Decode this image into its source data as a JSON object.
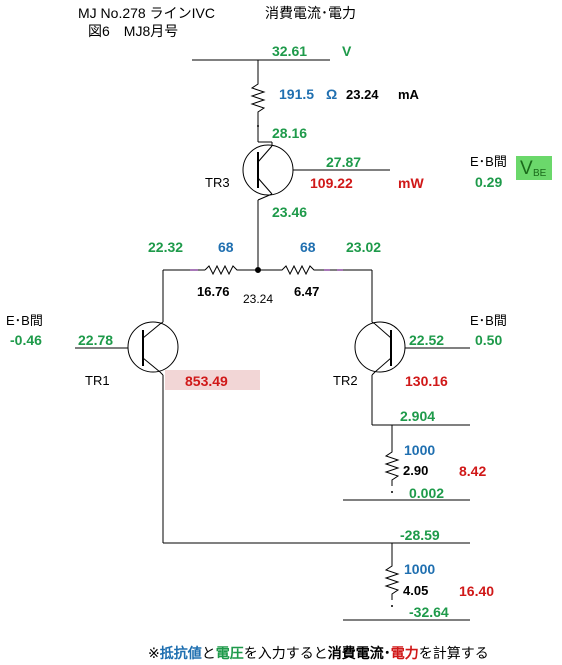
{
  "header": {
    "line1": "MJ  No.278 ラインIVC",
    "line1_right": "消費電流･電力",
    "line2": "図6　MJ8月号"
  },
  "supply": {
    "voltage": "32.61",
    "unit_v": "V"
  },
  "r_top": {
    "ohm": "191.5",
    "unit_ohm": "Ω",
    "current": "23.24",
    "unit_ma": "mA"
  },
  "tr3": {
    "label": "TR3",
    "collector_v": "28.16",
    "base_v": "27.87",
    "emitter_v": "23.46",
    "power": "109.22",
    "unit_mw": "mW",
    "eb_label": "E･B間",
    "vbe": "0.29",
    "vbe_tag": "V",
    "vbe_sub": "BE"
  },
  "emitter_resistors": {
    "left_top_v": "22.32",
    "left_ohm": "68",
    "right_ohm": "68",
    "right_top_v": "23.02",
    "left_current": "16.76",
    "mid_v": "23.24",
    "right_current": "6.47"
  },
  "tr1": {
    "label": "TR1",
    "eb_label": "E･B間",
    "vbe": "-0.46",
    "base_v": "22.78",
    "power": "853.49"
  },
  "tr2": {
    "label": "TR2",
    "eb_label": "E･B間",
    "vbe": "0.50",
    "base_v": "22.52",
    "power": "130.16"
  },
  "r_mid": {
    "top_v": "2.904",
    "ohm": "1000",
    "current": "2.90",
    "power": "8.42",
    "bottom_v": "0.002"
  },
  "r_bottom": {
    "top_v": "-28.59",
    "ohm": "1000",
    "current": "4.05",
    "power": "16.40",
    "bottom_v": "-32.64"
  },
  "footer": {
    "p1": "※",
    "p2": "抵抗値",
    "p3": "と",
    "p4": "電圧",
    "p5": "を入力すると",
    "p6": "消費電流･",
    "p7": "電力",
    "p8": "を計算する"
  },
  "colors": {
    "green": "#1e9a4a",
    "blue": "#1f6fb0",
    "red": "#d01818",
    "vbe_box": "#6bd86b",
    "tr1_highlight": "#f2d6d6"
  }
}
